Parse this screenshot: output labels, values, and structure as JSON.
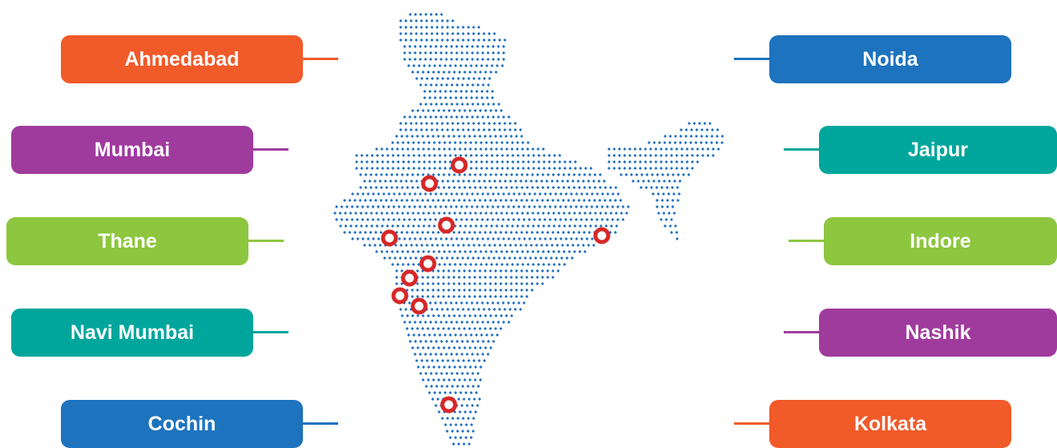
{
  "colors": {
    "dots": "#1f6fbf",
    "marker": "#d62828",
    "orange": "#f15a29",
    "blue": "#1e73be",
    "purple": "#a03b9e",
    "teal": "#00a69c",
    "green": "#8dc63f"
  },
  "labels": {
    "ahmedabad": "Ahmedabad",
    "mumbai": "Mumbai",
    "thane": "Thane",
    "navi_mumbai": "Navi Mumbai",
    "cochin": "Cochin",
    "noida": "Noida",
    "jaipur": "Jaipur",
    "indore": "Indore",
    "nashik": "Nashik",
    "kolkata": "Kolkata"
  }
}
